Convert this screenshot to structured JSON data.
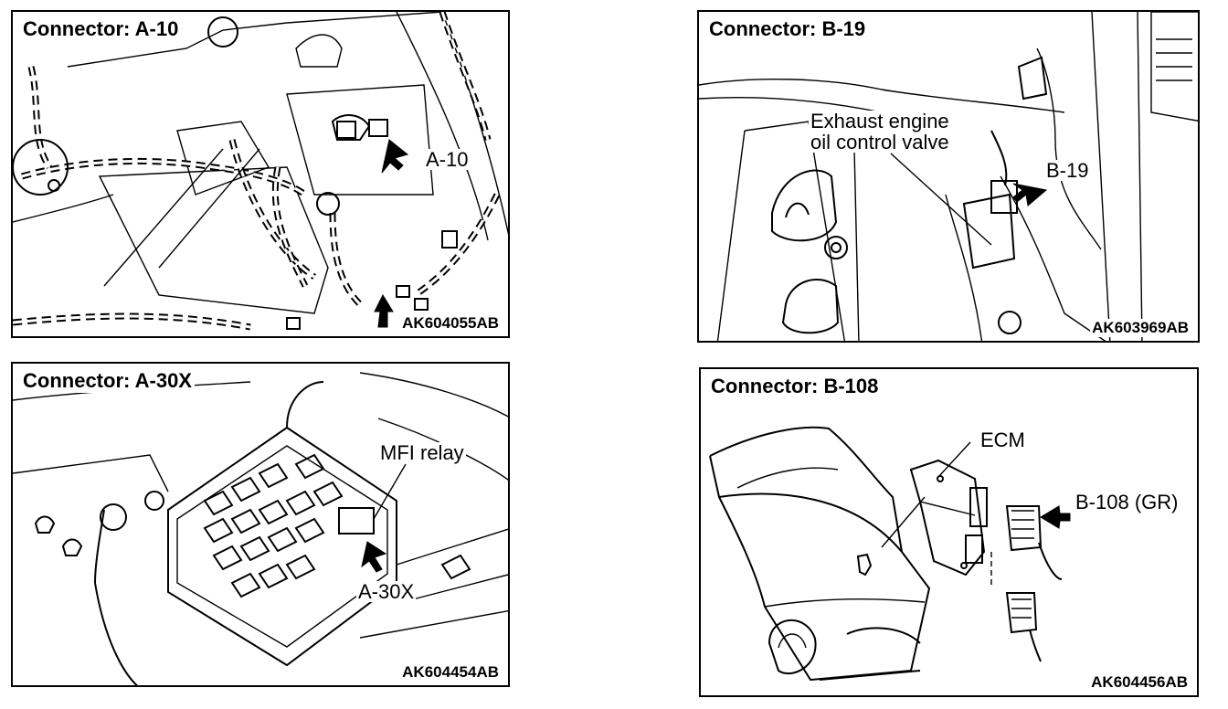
{
  "panels": [
    {
      "title": "Connector: A-10",
      "callouts": [
        "A-10"
      ],
      "image_code": "AK604055AB"
    },
    {
      "title": "Connector: B-19",
      "callouts": [
        "Exhaust engine",
        "oil control valve",
        "B-19"
      ],
      "image_code": "AK603969AB"
    },
    {
      "title": "Connector: A-30X",
      "callouts": [
        "MFI relay",
        "A-30X"
      ],
      "image_code": "AK604454AB"
    },
    {
      "title": "Connector: B-108",
      "callouts": [
        "ECM",
        "B-108 (GR)"
      ],
      "image_code": "AK604456AB"
    }
  ]
}
